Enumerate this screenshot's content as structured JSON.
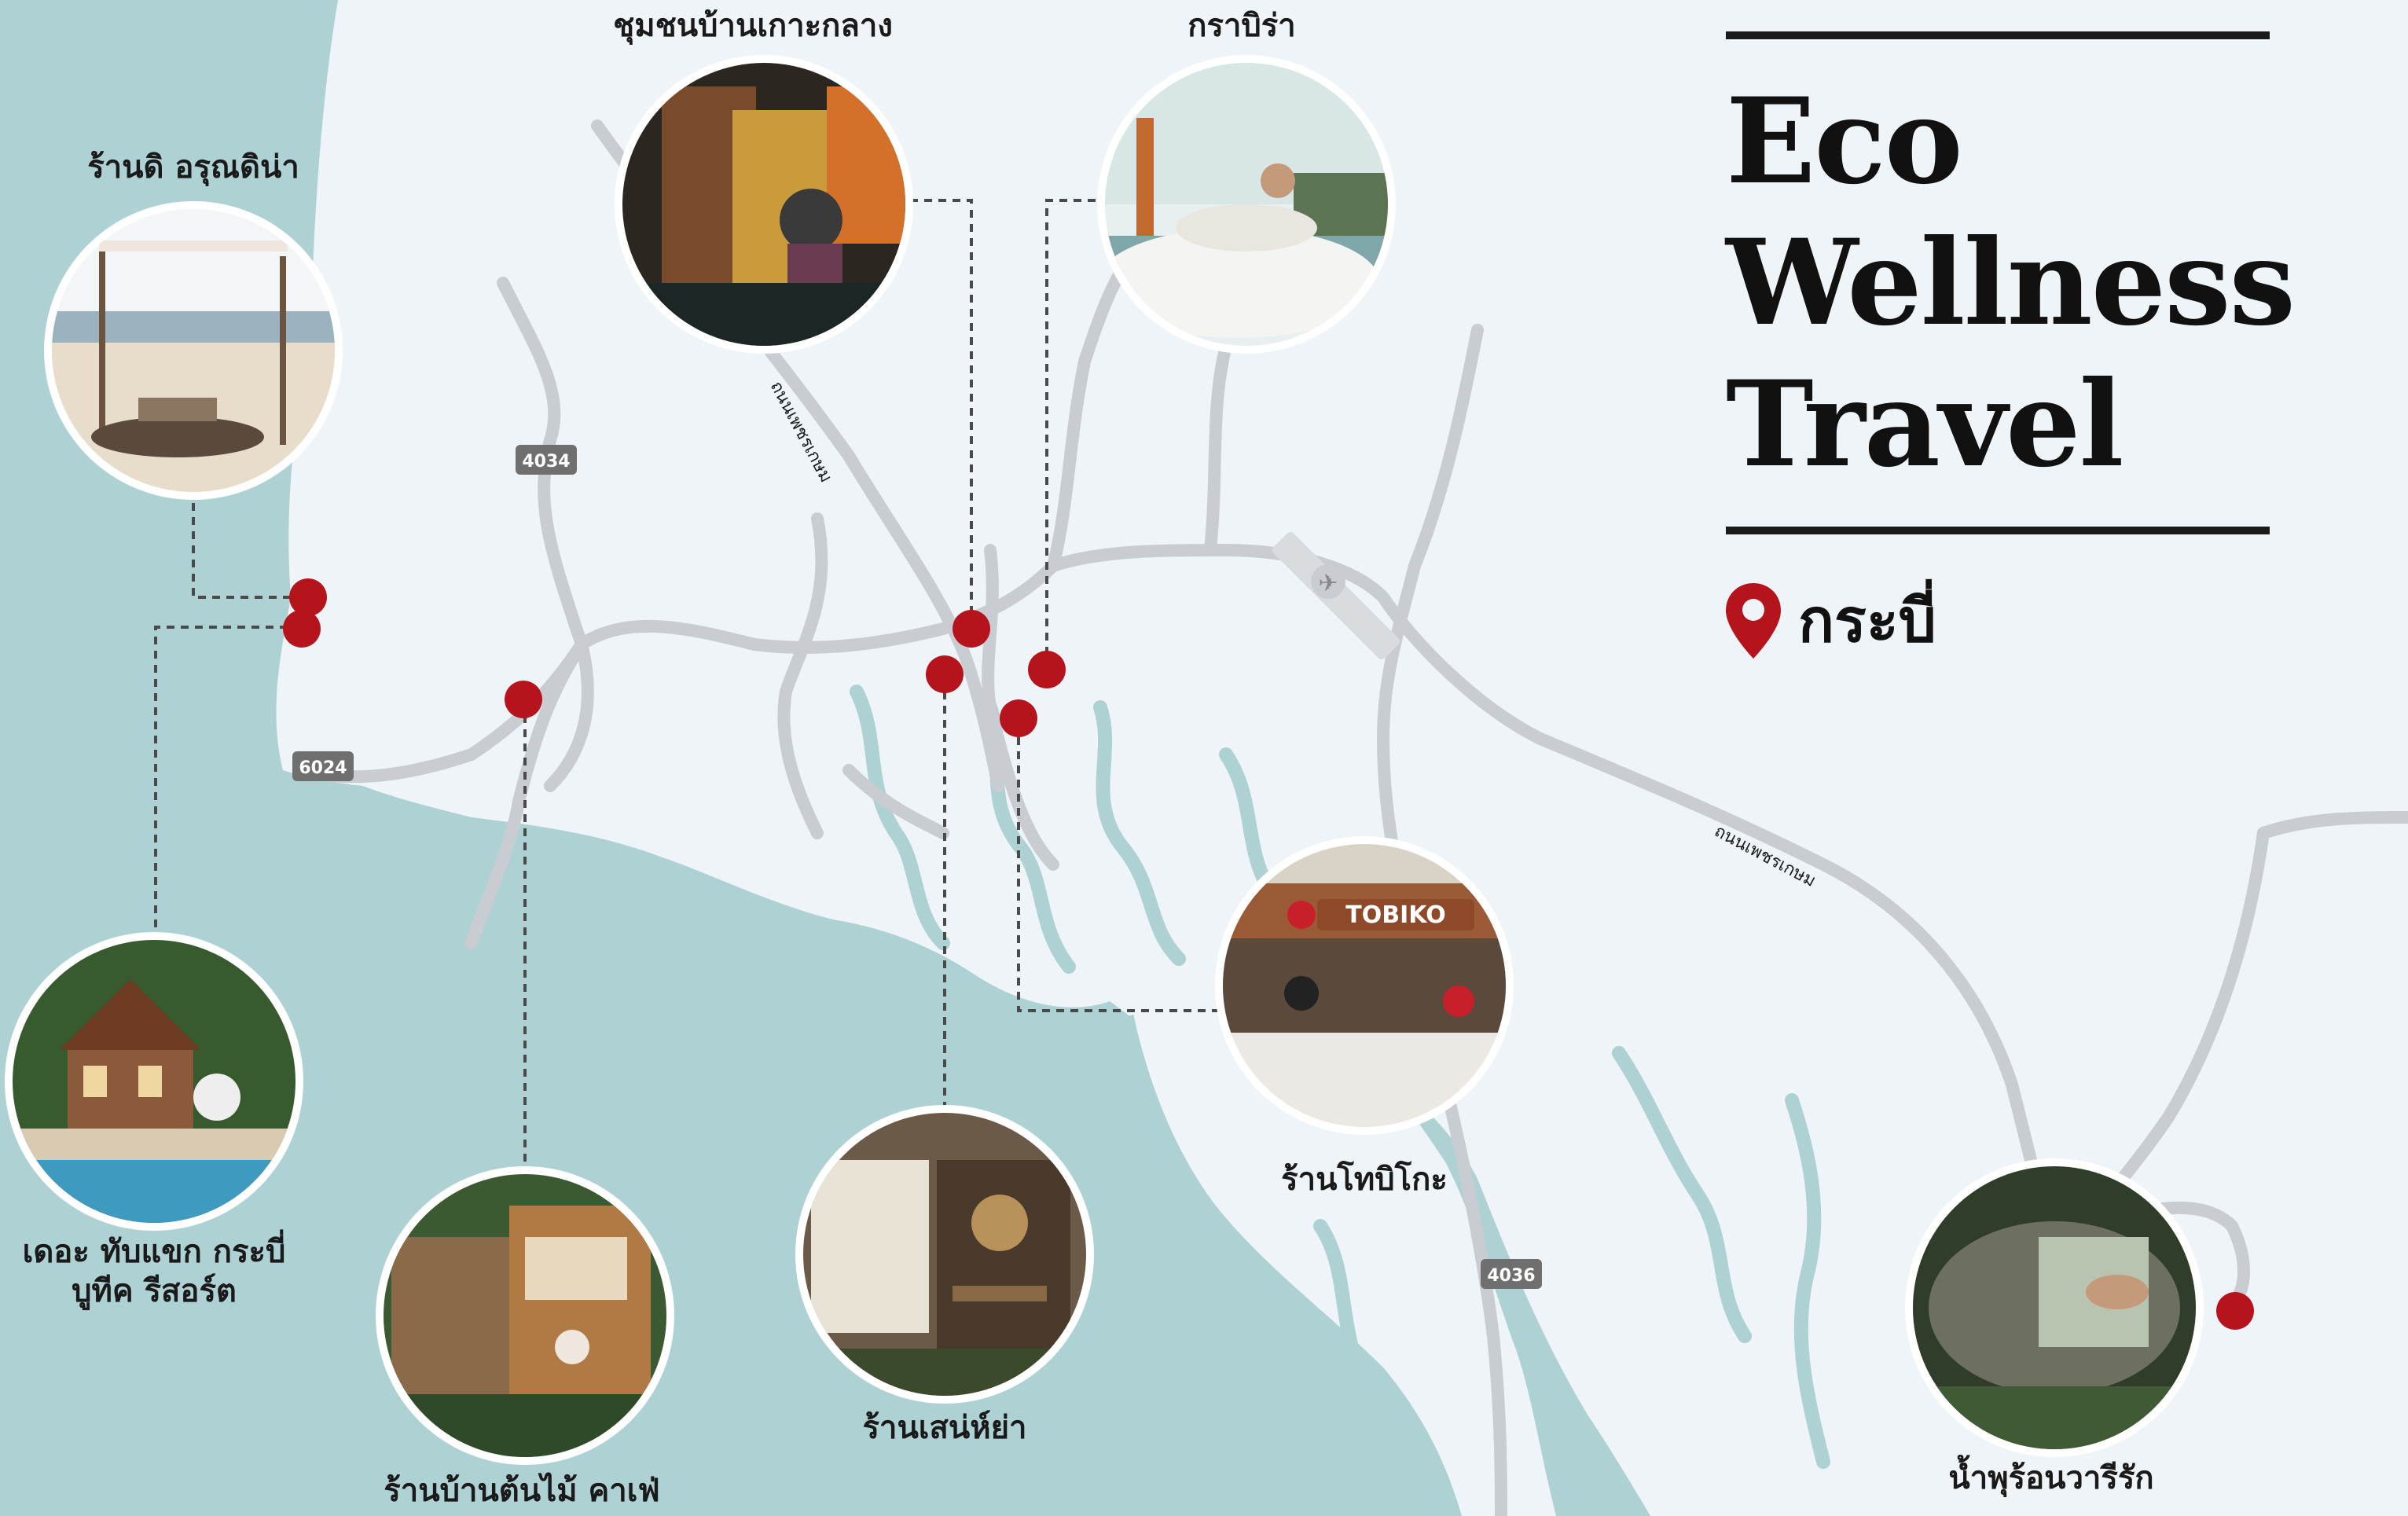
{
  "title": {
    "lines": [
      "Eco",
      "Wellness",
      "Travel"
    ],
    "location": "กระบี่"
  },
  "colors": {
    "sea": "#aed1d4",
    "land": "#eef4f7",
    "road": "#c9cdd1",
    "pin": "#b5141d",
    "text": "#111111"
  },
  "places": [
    {
      "name": "ร้านดิ อรุณดิน่า",
      "icon": "beach-cabana-photo"
    },
    {
      "name": "ชุมชนบ้านเกาะกลาง",
      "icon": "batik-craft-photo"
    },
    {
      "name": "กราบิร่า",
      "icon": "longtail-boat-photo"
    },
    {
      "name": "เดอะ ทับแขก กระบี่\nบูทีค รีสอร์ต",
      "icon": "resort-pool-photo"
    },
    {
      "name": "ร้านบ้านต้นไม้ คาเฟ่",
      "icon": "treehouse-cafe-photo"
    },
    {
      "name": "ร้านเสน่ห์ย่า",
      "icon": "shop-interior-photo"
    },
    {
      "name": "ร้านโทบิโกะ",
      "icon": "sushi-bar-photo"
    },
    {
      "name": "น้ำพุร้อนวารีรัก",
      "icon": "hot-spring-photo"
    }
  ],
  "roads": {
    "badges": [
      "4034",
      "6024",
      "4036"
    ],
    "names": [
      "ถนนเพชรเกษม",
      "ถนนเพชรเกษม"
    ]
  },
  "airport": {
    "icon": "airplane-icon"
  },
  "photo_sign_text": "TOBIKO"
}
